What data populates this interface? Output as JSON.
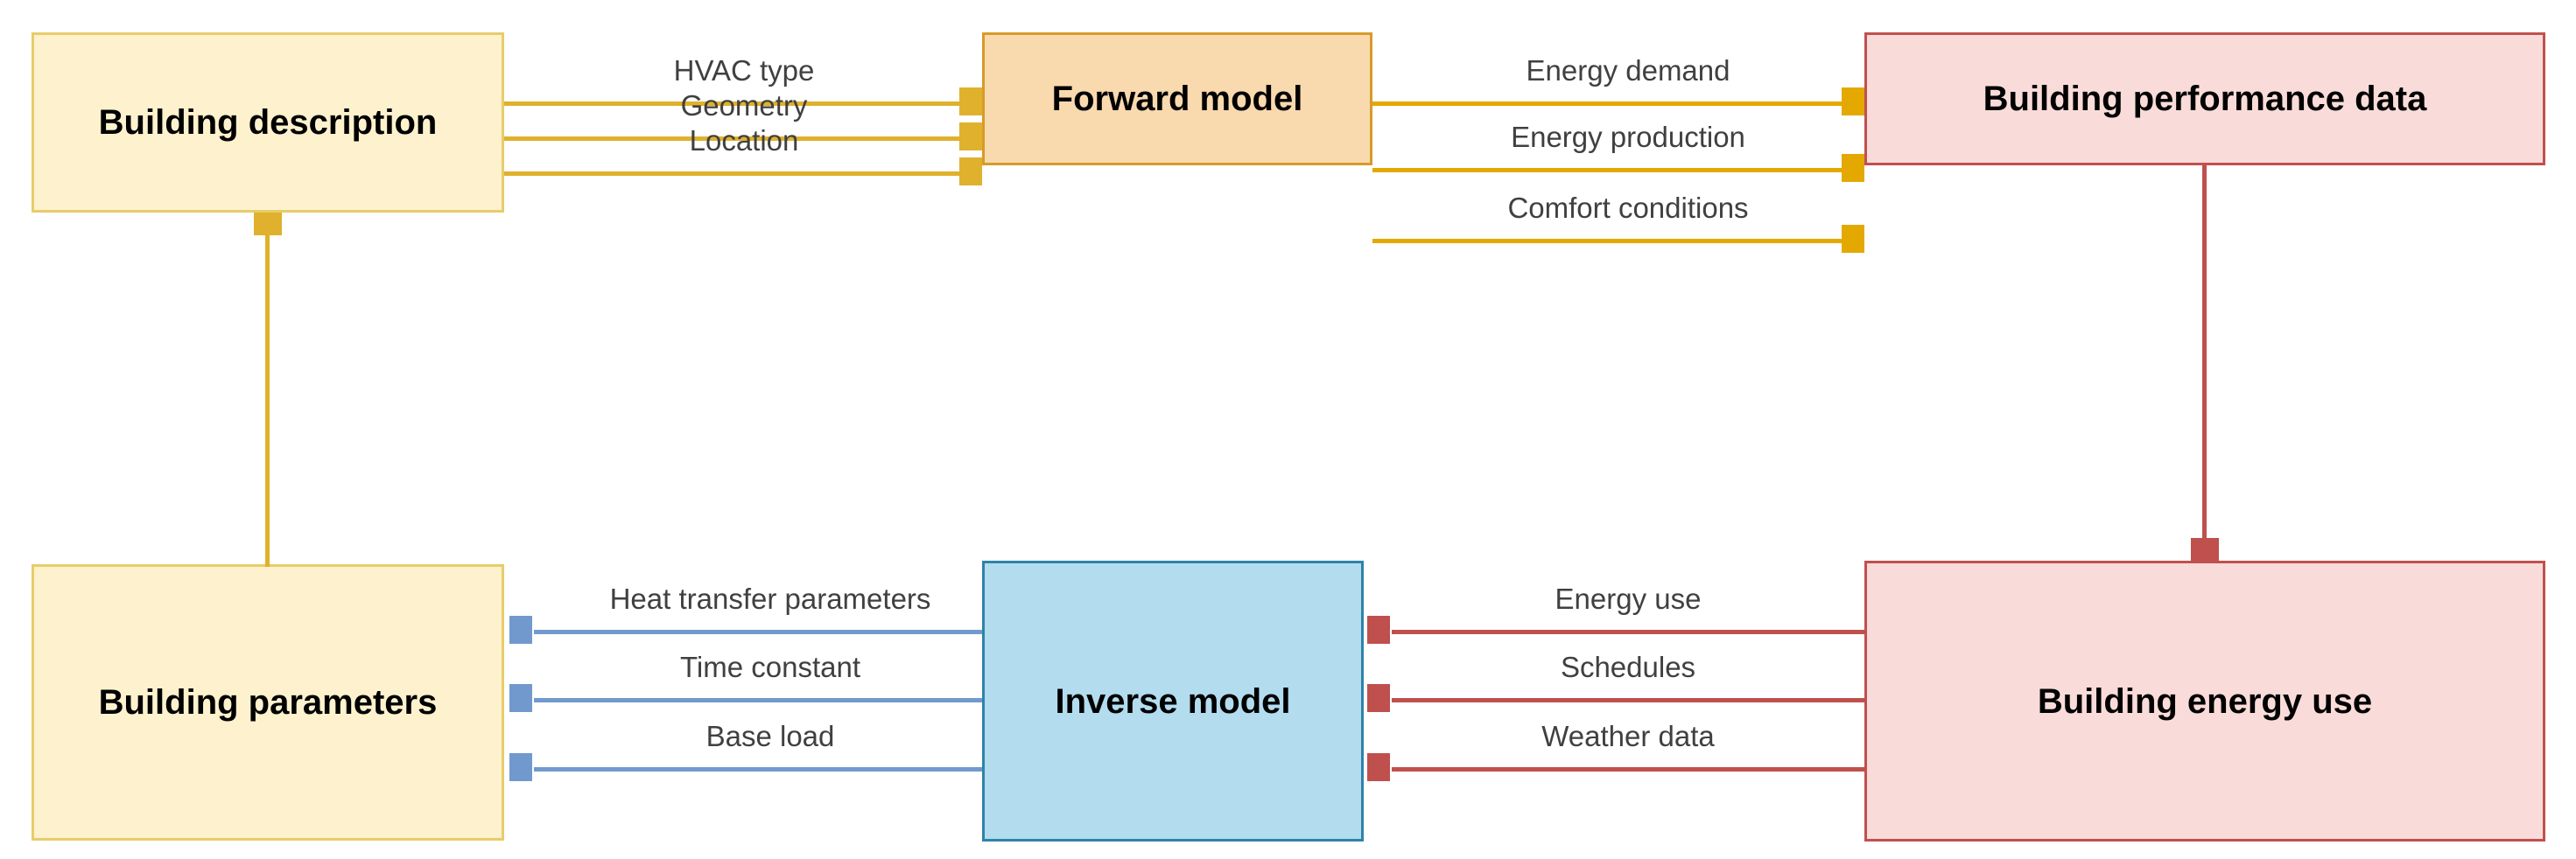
{
  "diagram": {
    "title": "Forward and inverse building energy modelling workflow",
    "nodes": [
      {
        "id": "building-description",
        "label": "Building description"
      },
      {
        "id": "forward-model",
        "label": "Forward model"
      },
      {
        "id": "building-performance-data",
        "label": "Building performance data"
      },
      {
        "id": "building-parameters",
        "label": "Building parameters"
      },
      {
        "id": "inverse-model",
        "label": "Inverse model"
      },
      {
        "id": "building-energy-use",
        "label": "Building energy use"
      }
    ],
    "edge_labels": {
      "hvac_type": "HVAC type",
      "geometry": "Geometry",
      "location": "Location",
      "energy_demand": "Energy demand",
      "energy_production": "Energy production",
      "comfort_conditions": "Comfort conditions",
      "heat_transfer_parameters": "Heat transfer parameters",
      "time_constant": "Time constant",
      "base_load": "Base load",
      "energy_use": "Energy use",
      "schedules": "Schedules",
      "weather_data": "Weather data"
    },
    "colors": {
      "yellow_fill": "#fdf2cd",
      "yellow_stroke": "#e8cc6a",
      "orange_fill": "#f9d9ae",
      "orange_stroke": "#d79b2a",
      "pink_fill": "#f9dcd9",
      "pink_stroke": "#c0504d",
      "blue_fill": "#b3dcef",
      "blue_stroke": "#2e83a8",
      "arrow_yellow": "#dfb12c",
      "arrow_gold": "#e3a900",
      "arrow_blue": "#7199cd",
      "arrow_red": "#c0504d",
      "label_text": "#404040",
      "node_text": "#000000",
      "background": "#ffffff"
    }
  }
}
